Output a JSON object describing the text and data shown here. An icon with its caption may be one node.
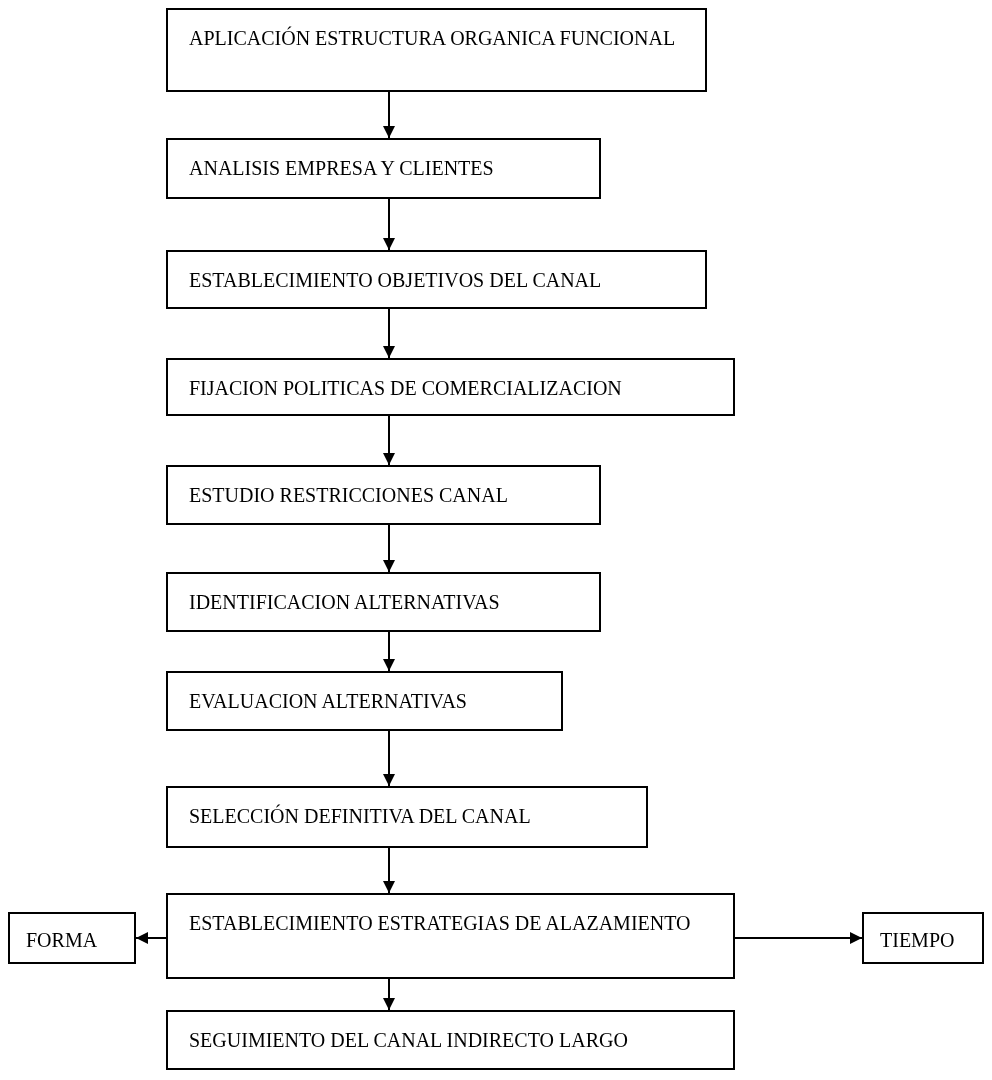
{
  "diagram": {
    "nodes": [
      {
        "text": [
          "APLICACIÓN ESTRUCTURA ORGANICA FUNCIONAL"
        ]
      },
      {
        "text": [
          "ANALISIS EMPRESA Y CLIENTES"
        ]
      },
      {
        "text": [
          "ESTABLECIMIENTO OBJETIVOS DEL CANAL"
        ]
      },
      {
        "text": [
          "FIJACION POLITICAS DE COMERCIALIZACION"
        ]
      },
      {
        "text": [
          "ESTUDIO RESTRICCIONES CANAL"
        ]
      },
      {
        "text": [
          "IDENTIFICACION ALTERNATIVAS"
        ]
      },
      {
        "text": [
          "EVALUACION ALTERNATIVAS"
        ]
      },
      {
        "text": [
          "SELECCIÓN DEFINITIVA DEL CANAL"
        ]
      },
      {
        "text": [
          "FORMA"
        ]
      },
      {
        "text": [
          "ESTABLECIMIENTO ESTRATEGIAS DE ALAZAMIENTO"
        ]
      },
      {
        "text": [
          "TIEMPO"
        ]
      },
      {
        "text": [
          "SEGUIMIENTO DEL CANAL INDIRECTO LARGO"
        ]
      }
    ],
    "edges": [
      {
        "from": 0,
        "to": 1,
        "arrow": "to"
      },
      {
        "from": 1,
        "to": 2,
        "arrow": "to"
      },
      {
        "from": 2,
        "to": 3,
        "arrow": "to"
      },
      {
        "from": 3,
        "to": 4,
        "arrow": "to"
      },
      {
        "from": 4,
        "to": 5,
        "arrow": "to"
      },
      {
        "from": 5,
        "to": 6,
        "arrow": "to"
      },
      {
        "from": 6,
        "to": 7,
        "arrow": "to"
      },
      {
        "from": 7,
        "to": 9,
        "arrow": "to"
      },
      {
        "from": 9,
        "to": 8,
        "arrow": "to"
      },
      {
        "from": 9,
        "to": 10,
        "arrow": "to"
      },
      {
        "from": 9,
        "to": 11,
        "arrow": "to"
      }
    ]
  }
}
